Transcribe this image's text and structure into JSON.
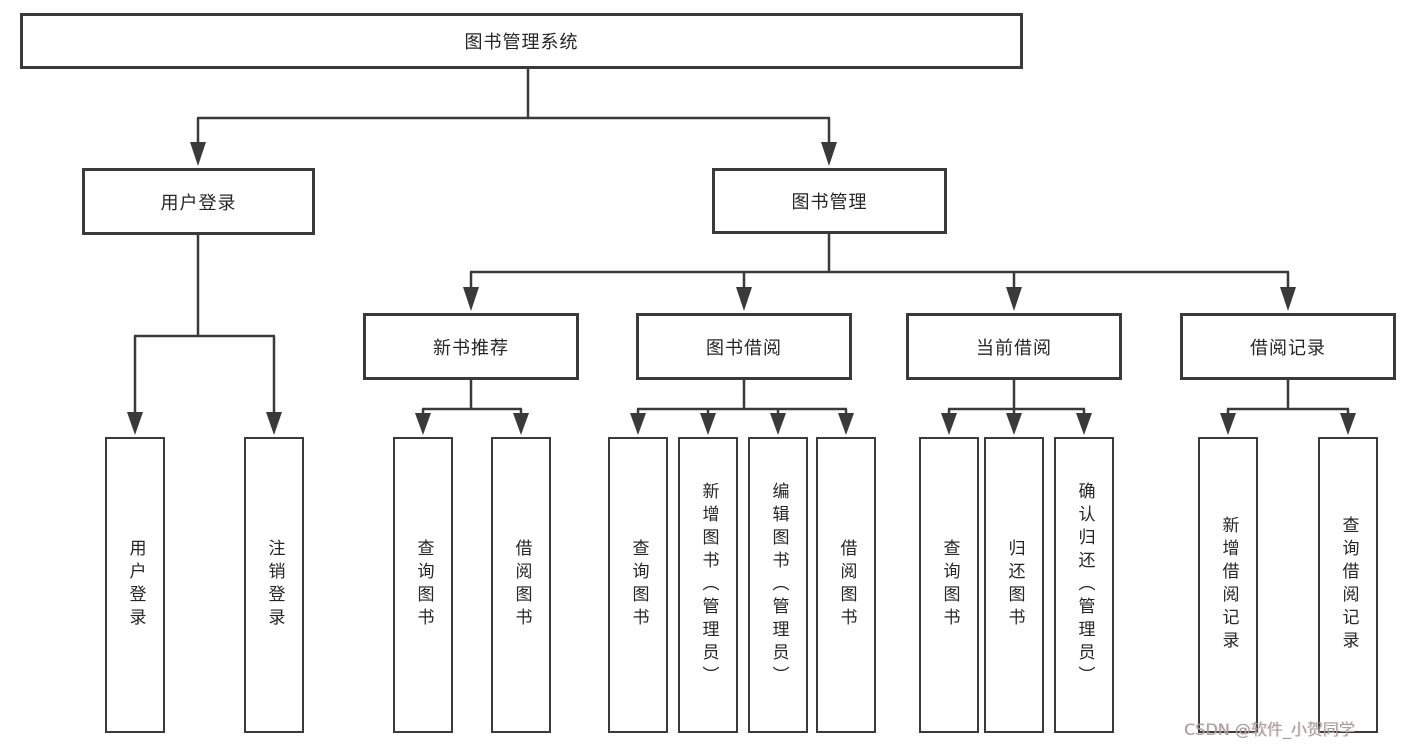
{
  "diagram": {
    "title": "图书管理系统",
    "tree": {
      "root": {
        "label": "图书管理系统"
      },
      "branches": [
        {
          "label": "用户登录",
          "children": [
            {
              "label": "用户登录"
            },
            {
              "label": "注销登录"
            }
          ]
        },
        {
          "label": "图书管理",
          "children": [
            {
              "label": "新书推荐",
              "children": [
                {
                  "label": "查询图书"
                },
                {
                  "label": "借阅图书"
                }
              ]
            },
            {
              "label": "图书借阅",
              "children": [
                {
                  "label": "查询图书"
                },
                {
                  "label": "新增图书（管理员）"
                },
                {
                  "label": "编辑图书（管理员）"
                },
                {
                  "label": "借阅图书"
                }
              ]
            },
            {
              "label": "当前借阅",
              "children": [
                {
                  "label": "查询图书"
                },
                {
                  "label": "归还图书"
                },
                {
                  "label": "确认归还（管理员）"
                }
              ]
            },
            {
              "label": "借阅记录",
              "children": [
                {
                  "label": "新增借阅记录"
                },
                {
                  "label": "查询借阅记录"
                }
              ]
            }
          ]
        }
      ]
    },
    "colors": {
      "line": "#3a3a3a",
      "box_border": "#3a3a3a",
      "text": "#262626",
      "background": "#ffffff",
      "watermark": "#a0a0a0"
    }
  },
  "watermark": {
    "text": "CSDN @软件_小贺同学"
  }
}
